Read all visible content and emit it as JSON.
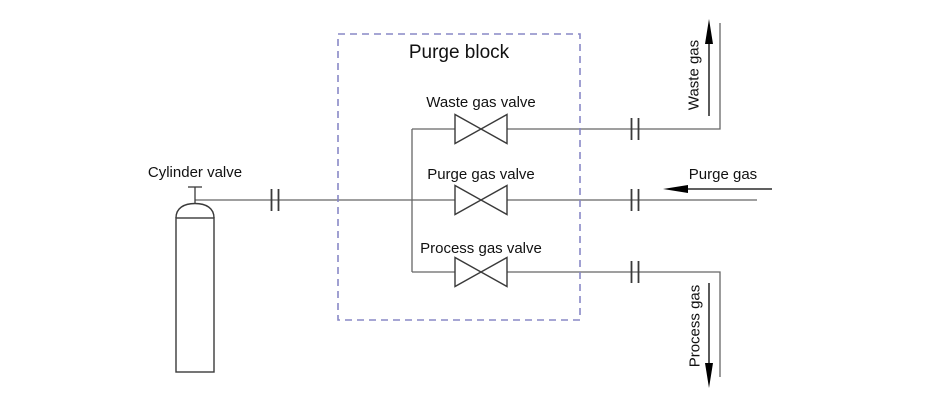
{
  "diagram": {
    "title": "Purge block",
    "labels": {
      "cylinder_valve": "Cylinder valve",
      "waste_gas_valve": "Waste gas valve",
      "purge_gas_valve": "Purge gas valve",
      "process_gas_valve": "Process gas valve",
      "waste_gas": "Waste gas",
      "purge_gas": "Purge gas",
      "process_gas": "Process gas"
    },
    "icons": {
      "gas_cylinder": "cylinder-icon",
      "cylinder_valve": "tee-valve-icon",
      "shutoff_valve": "bowtie-valve-icon",
      "pipe_union": "double-bar-union-icon",
      "flow_up": "arrow-up-icon",
      "flow_left": "arrow-left-icon",
      "flow_down": "arrow-down-icon"
    },
    "colors": {
      "background": "#ffffff",
      "pipe": "#666666",
      "outline": "#3a3a3a",
      "dashed-border": "#8888c6",
      "arrow": "#000000",
      "text": "#111111"
    }
  }
}
